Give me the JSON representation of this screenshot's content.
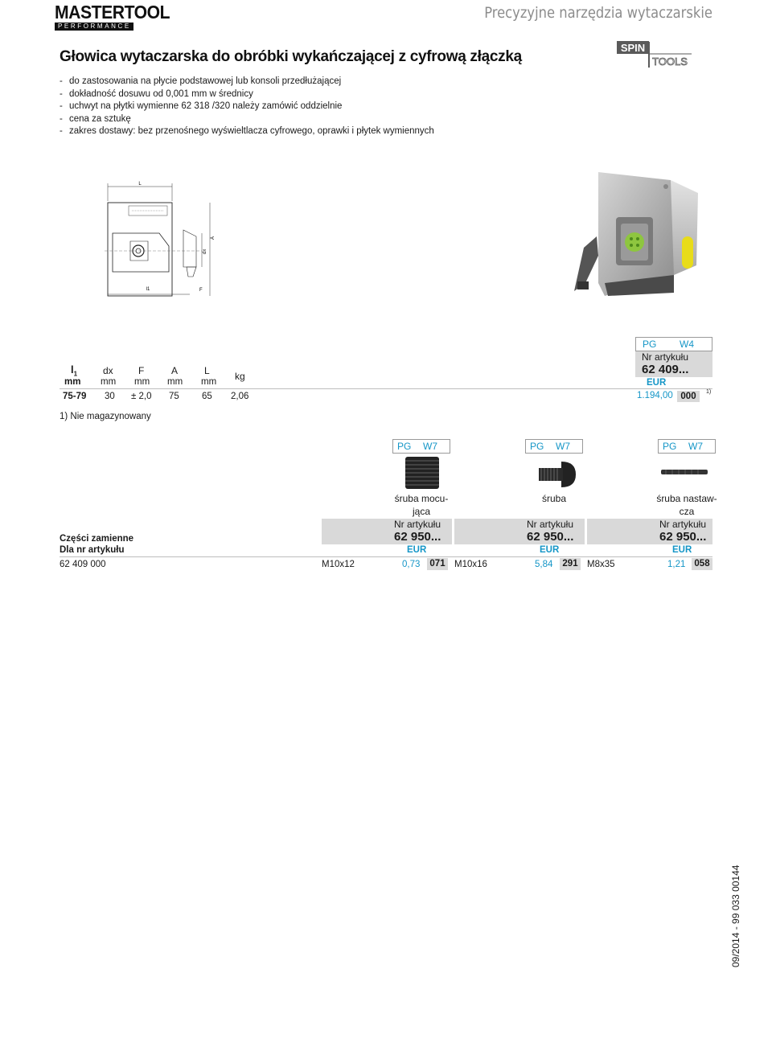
{
  "header": {
    "brand": "MASTERTOOL",
    "brand_sub": "PERFORMANCE",
    "tagline": "Precyzyjne narzędzia wytaczarskie",
    "partner_logo_top": "SPIN",
    "partner_logo_bottom": "TOOLS"
  },
  "title": "Głowica wytaczarska do obróbki wykańczającej z cyfrową złączką",
  "bullets": [
    "do zastosowania na płycie podstawowej lub konsoli przedłużającej",
    "dokładność dosuwu od 0,001 mm w średnicy",
    "uchwyt na płytki wymienne 62 318 /320 należy zamówić oddzielnie",
    "cena za sztukę",
    "zakres dostawy: bez przenośnego wyświeltlacza cyfrowego, oprawki i płytek wymiennych"
  ],
  "drawing": {
    "label_L": "L",
    "label_A": "A",
    "label_dx": "dx",
    "label_l1": "l1",
    "label_F": "F"
  },
  "main_table": {
    "pg_label": "PG",
    "pg_value": "W4",
    "nr_label": "Nr artykułu",
    "nr_value": "62 409...",
    "eur_label": "EUR",
    "columns": [
      {
        "name": "l1",
        "unit": "mm"
      },
      {
        "name": "dx",
        "unit": "mm"
      },
      {
        "name": "F",
        "unit": "mm"
      },
      {
        "name": "A",
        "unit": "mm"
      },
      {
        "name": "L",
        "unit": "mm"
      },
      {
        "name": "kg",
        "unit": ""
      }
    ],
    "row": {
      "l1": "75-79",
      "dx": "30",
      "F": "± 2,0",
      "A": "75",
      "L": "65",
      "kg": "2,06",
      "price": "1.194,00",
      "code": "000",
      "note_ref": "1)"
    }
  },
  "footnote": "1) Nie magazynowany",
  "spare_parts": {
    "section_label": "Części zamienne",
    "for_label": "Dla nr artykułu",
    "article": "62 409 000",
    "items": [
      {
        "pg": "PG",
        "w": "W7",
        "desc_line1": "śruba mocu-",
        "desc_line2": "jąca",
        "nr_label": "Nr artykułu",
        "nr_value": "62 950...",
        "eur_label": "EUR",
        "size": "M10x12",
        "price": "0,73",
        "code": "071"
      },
      {
        "pg": "PG",
        "w": "W7",
        "desc_line1": "śruba",
        "desc_line2": "",
        "nr_label": "Nr artykułu",
        "nr_value": "62 950...",
        "eur_label": "EUR",
        "size": "M10x16",
        "price": "5,84",
        "code": "291"
      },
      {
        "pg": "PG",
        "w": "W7",
        "desc_line1": "śruba nastaw-",
        "desc_line2": "cza",
        "nr_label": "Nr artykułu",
        "nr_value": "62 950...",
        "eur_label": "EUR",
        "size": "M8x35",
        "price": "1,21",
        "code": "058"
      }
    ]
  },
  "side_code": "09/2014 - 99 033 00144",
  "colors": {
    "accent": "#1596c7",
    "grey_fill": "#d9d9d9",
    "tagline": "#8c8c8c"
  }
}
